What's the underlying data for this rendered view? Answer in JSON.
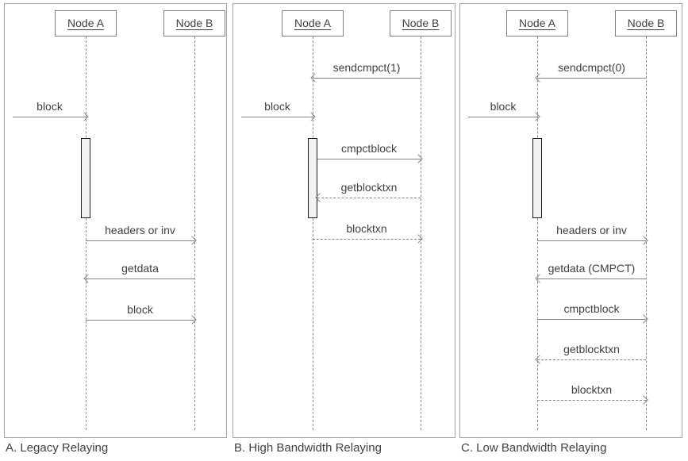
{
  "diagram_type": "sequence-diagram",
  "colors": {
    "panel_border": "#a6a6a6",
    "node_box_border": "#808080",
    "line": "#858585",
    "text": "#404040",
    "activation_fill": "#f2f2f2",
    "activation_border": "#1a1a1a",
    "background": "#ffffff"
  },
  "panels": [
    {
      "caption": "A. Legacy Relaying",
      "node_a": "Node A",
      "node_b": "Node B",
      "messages": [
        {
          "label": "block",
          "from": "external",
          "to": "Node A",
          "style": "solid"
        },
        {
          "label": "headers or inv",
          "from": "Node A",
          "to": "Node B",
          "style": "solid"
        },
        {
          "label": "getdata",
          "from": "Node B",
          "to": "Node A",
          "style": "solid"
        },
        {
          "label": "block",
          "from": "Node A",
          "to": "Node B",
          "style": "solid"
        }
      ]
    },
    {
      "caption": "B. High Bandwidth Relaying",
      "node_a": "Node A",
      "node_b": "Node B",
      "messages": [
        {
          "label": "sendcmpct(1)",
          "from": "Node B",
          "to": "Node A",
          "style": "solid"
        },
        {
          "label": "block",
          "from": "external",
          "to": "Node A",
          "style": "solid"
        },
        {
          "label": "cmpctblock",
          "from": "Node A",
          "to": "Node B",
          "style": "solid"
        },
        {
          "label": "getblocktxn",
          "from": "Node B",
          "to": "Node A",
          "style": "dashed"
        },
        {
          "label": "blocktxn",
          "from": "Node A",
          "to": "Node B",
          "style": "dashed"
        }
      ]
    },
    {
      "caption": "C. Low Bandwidth Relaying",
      "node_a": "Node A",
      "node_b": "Node B",
      "messages": [
        {
          "label": "sendcmpct(0)",
          "from": "Node B",
          "to": "Node A",
          "style": "solid"
        },
        {
          "label": "block",
          "from": "external",
          "to": "Node A",
          "style": "solid"
        },
        {
          "label": "headers or inv",
          "from": "Node A",
          "to": "Node B",
          "style": "solid"
        },
        {
          "label": "getdata (CMPCT)",
          "from": "Node B",
          "to": "Node A",
          "style": "solid"
        },
        {
          "label": "cmpctblock",
          "from": "Node A",
          "to": "Node B",
          "style": "solid"
        },
        {
          "label": "getblocktxn",
          "from": "Node B",
          "to": "Node A",
          "style": "dashed"
        },
        {
          "label": "blocktxn",
          "from": "Node A",
          "to": "Node B",
          "style": "dashed"
        }
      ]
    }
  ]
}
